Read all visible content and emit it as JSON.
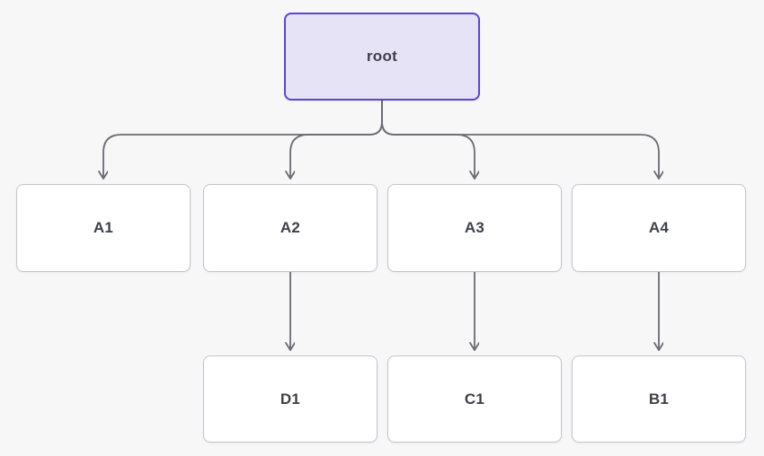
{
  "diagram": {
    "title": "tree-flow-diagram",
    "nodes": [
      {
        "id": "root",
        "label": "root",
        "kind": "root"
      },
      {
        "id": "A1",
        "label": "A1",
        "kind": "child"
      },
      {
        "id": "A2",
        "label": "A2",
        "kind": "child"
      },
      {
        "id": "A3",
        "label": "A3",
        "kind": "child"
      },
      {
        "id": "A4",
        "label": "A4",
        "kind": "child"
      },
      {
        "id": "D1",
        "label": "D1",
        "kind": "child"
      },
      {
        "id": "C1",
        "label": "C1",
        "kind": "child"
      },
      {
        "id": "B1",
        "label": "B1",
        "kind": "child"
      }
    ],
    "edges": [
      {
        "from": "root",
        "to": "A1"
      },
      {
        "from": "root",
        "to": "A2"
      },
      {
        "from": "root",
        "to": "A3"
      },
      {
        "from": "root",
        "to": "A4"
      },
      {
        "from": "A2",
        "to": "D1"
      },
      {
        "from": "A3",
        "to": "C1"
      },
      {
        "from": "A4",
        "to": "B1"
      }
    ],
    "colors": {
      "background": "#f7f7f8",
      "node_fill": "#ffffff",
      "node_border": "#c4c4ce",
      "root_fill": "#e7e3f7",
      "root_border": "#5b45d4",
      "edge": "#6a6a74",
      "text": "#3f3f4a"
    }
  }
}
